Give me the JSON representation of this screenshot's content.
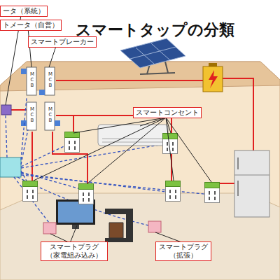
{
  "diagram": {
    "title": "スマートタップの分類",
    "nodes": [
      {
        "text": [
          "ータ（系統）"
        ]
      },
      {
        "text": [
          "トメータ（自営）"
        ]
      },
      {
        "text": [
          "スマートブレーカー"
        ]
      },
      {
        "text": [
          "スマートコンセント"
        ]
      },
      {
        "text": [
          "スマートプラグ （家電組み込み）"
        ]
      },
      {
        "text": [
          "スマートプラグ （拡張）"
        ]
      }
    ],
    "labels": [
      "MCB",
      "MCB",
      "MCB",
      "MCB"
    ]
  }
}
